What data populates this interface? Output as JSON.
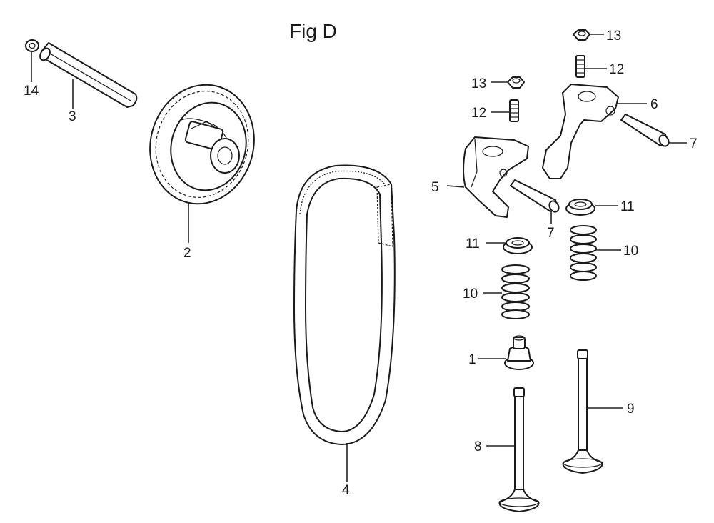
{
  "title": "Fig D",
  "callouts": [
    {
      "id": "14a",
      "text": "14"
    },
    {
      "id": "3",
      "text": "3"
    },
    {
      "id": "2",
      "text": "2"
    },
    {
      "id": "4",
      "text": "4"
    },
    {
      "id": "5",
      "text": "5"
    },
    {
      "id": "6",
      "text": "6"
    },
    {
      "id": "7a",
      "text": "7"
    },
    {
      "id": "7b",
      "text": "7"
    },
    {
      "id": "13a",
      "text": "13"
    },
    {
      "id": "13b",
      "text": "13"
    },
    {
      "id": "12a",
      "text": "12"
    },
    {
      "id": "12b",
      "text": "12"
    },
    {
      "id": "11a",
      "text": "11"
    },
    {
      "id": "11b",
      "text": "11"
    },
    {
      "id": "10a",
      "text": "10"
    },
    {
      "id": "10b",
      "text": "10"
    },
    {
      "id": "1",
      "text": "1"
    },
    {
      "id": "8",
      "text": "8"
    },
    {
      "id": "9",
      "text": "9"
    }
  ]
}
